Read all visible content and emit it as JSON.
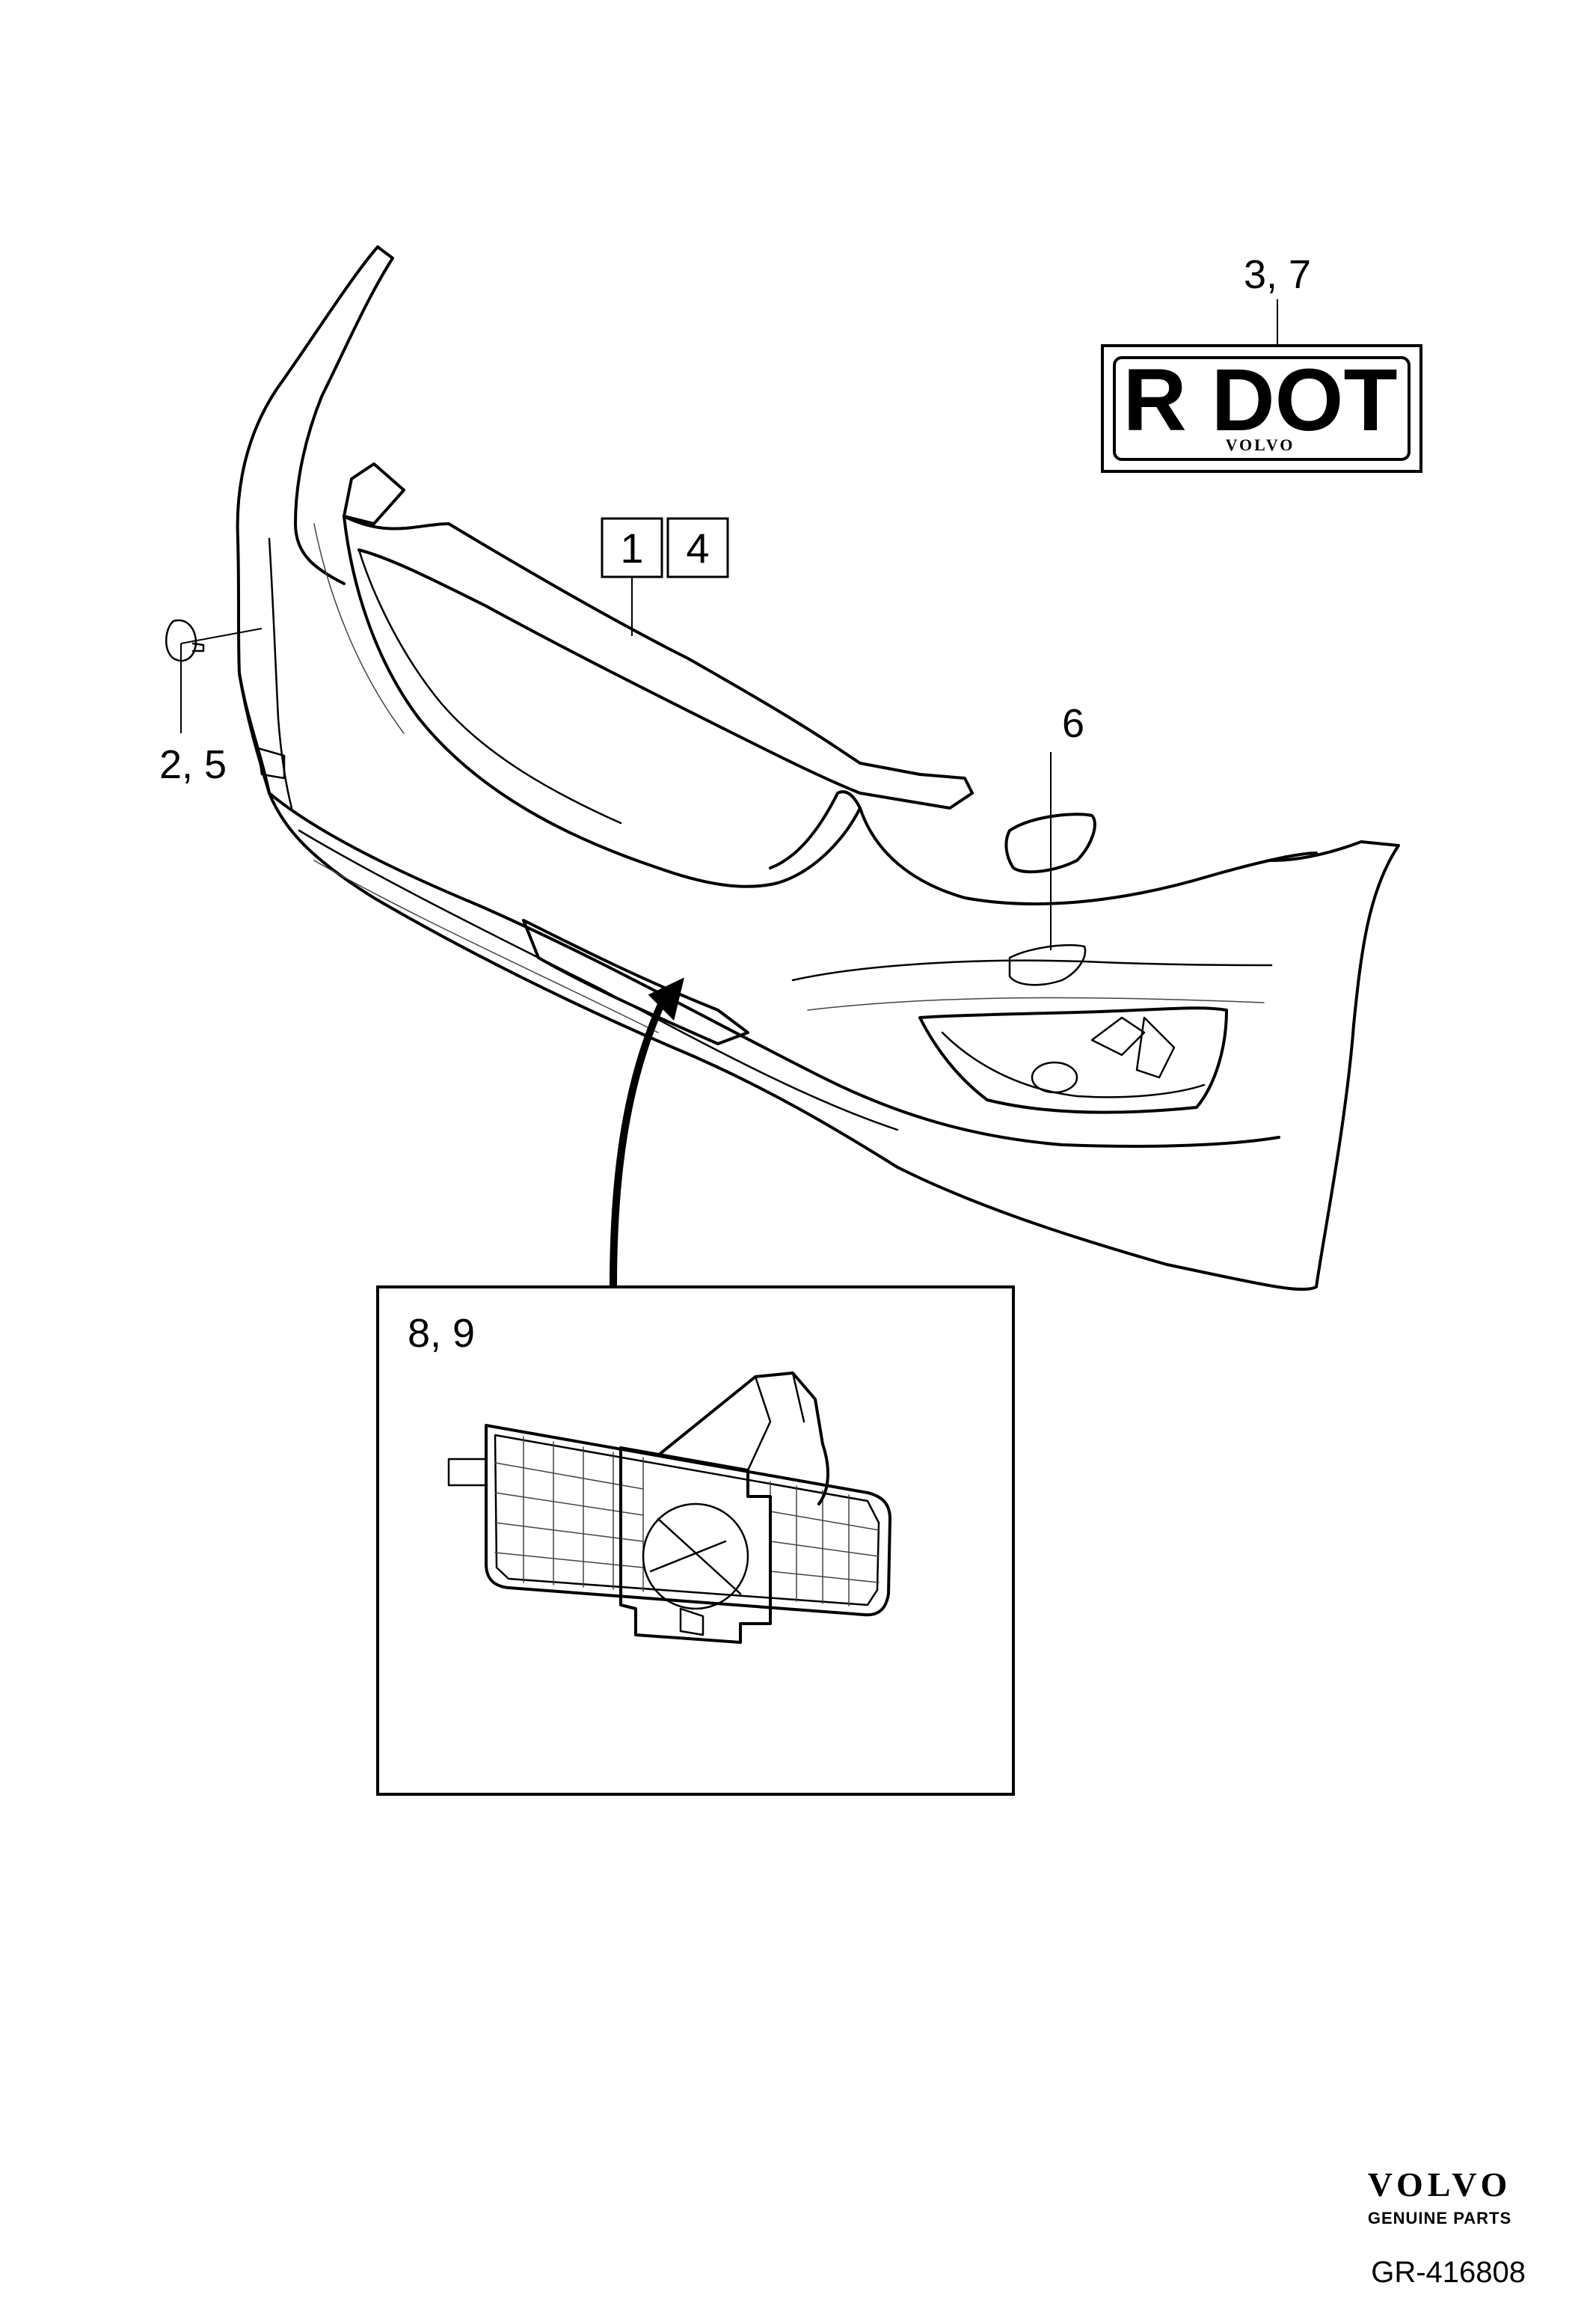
{
  "callouts": {
    "badge_parts": "3, 7",
    "box_part_a": "1",
    "box_part_b": "4",
    "plug_parts": "2, 5",
    "washer_cover_part": "6",
    "detail_parts": "8, 9"
  },
  "badge": {
    "main_text": "R DOT",
    "sub_text": "VOLVO"
  },
  "footer": {
    "brand": "VOLVO",
    "brand_subtitle": "GENUINE PARTS",
    "diagram_code": "GR-416808"
  },
  "colors": {
    "line": "#000000",
    "background": "#ffffff"
  }
}
